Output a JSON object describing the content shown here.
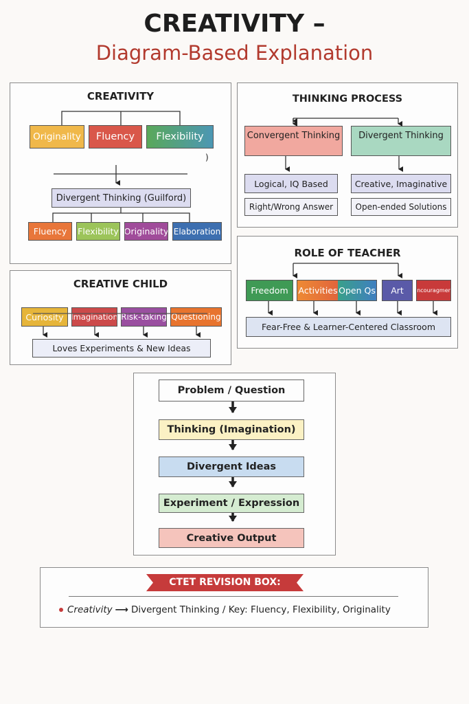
{
  "header": {
    "title": "CREATIVITY –",
    "subtitle": "Diagram-Based Explanation"
  },
  "colors": {
    "subtitle": "#b23a2e",
    "banner": "#c63b3b"
  },
  "creativity": {
    "title": "CREATIVITY",
    "top": [
      "Originality",
      "Fluency",
      "Flexibility"
    ],
    "stray": ")",
    "center": "Divergent Thinking (Guilford)",
    "bottom": [
      "Fluency",
      "Flexibility",
      "Originality",
      "Elaboration"
    ]
  },
  "thinking": {
    "title": "THINKING PROCESS",
    "convergent": "Convergent Thinking",
    "divergent": "Divergent Thinking",
    "left": [
      "Logical, IQ Based",
      "Right/Wrong Answer"
    ],
    "right": [
      "Creative, Imaginative",
      "Open-ended Solutions"
    ]
  },
  "teacher": {
    "title": "ROLE OF TEACHER",
    "items": [
      "Freedom",
      "Activities",
      "Open Qs",
      "Art",
      "Encouragment"
    ],
    "result": "Fear-Free & Learner-Centered Classroom"
  },
  "child": {
    "title": "CREATIVE CHILD",
    "items": [
      "Curiosity",
      "Imagination",
      "Risk-taking",
      "Questioning"
    ],
    "result": "Loves Experiments & New Ideas"
  },
  "flow": {
    "steps": [
      "Problem / Question",
      "Thinking (Imagination)",
      "Divergent Ideas",
      "Experiment / Expression",
      "Creative Output"
    ]
  },
  "revision": {
    "banner": "CTET REVISION BOX:",
    "left": "Creativity",
    "right": "Divergent Thinking / Key: Fluency, Flexibility, Originality"
  }
}
